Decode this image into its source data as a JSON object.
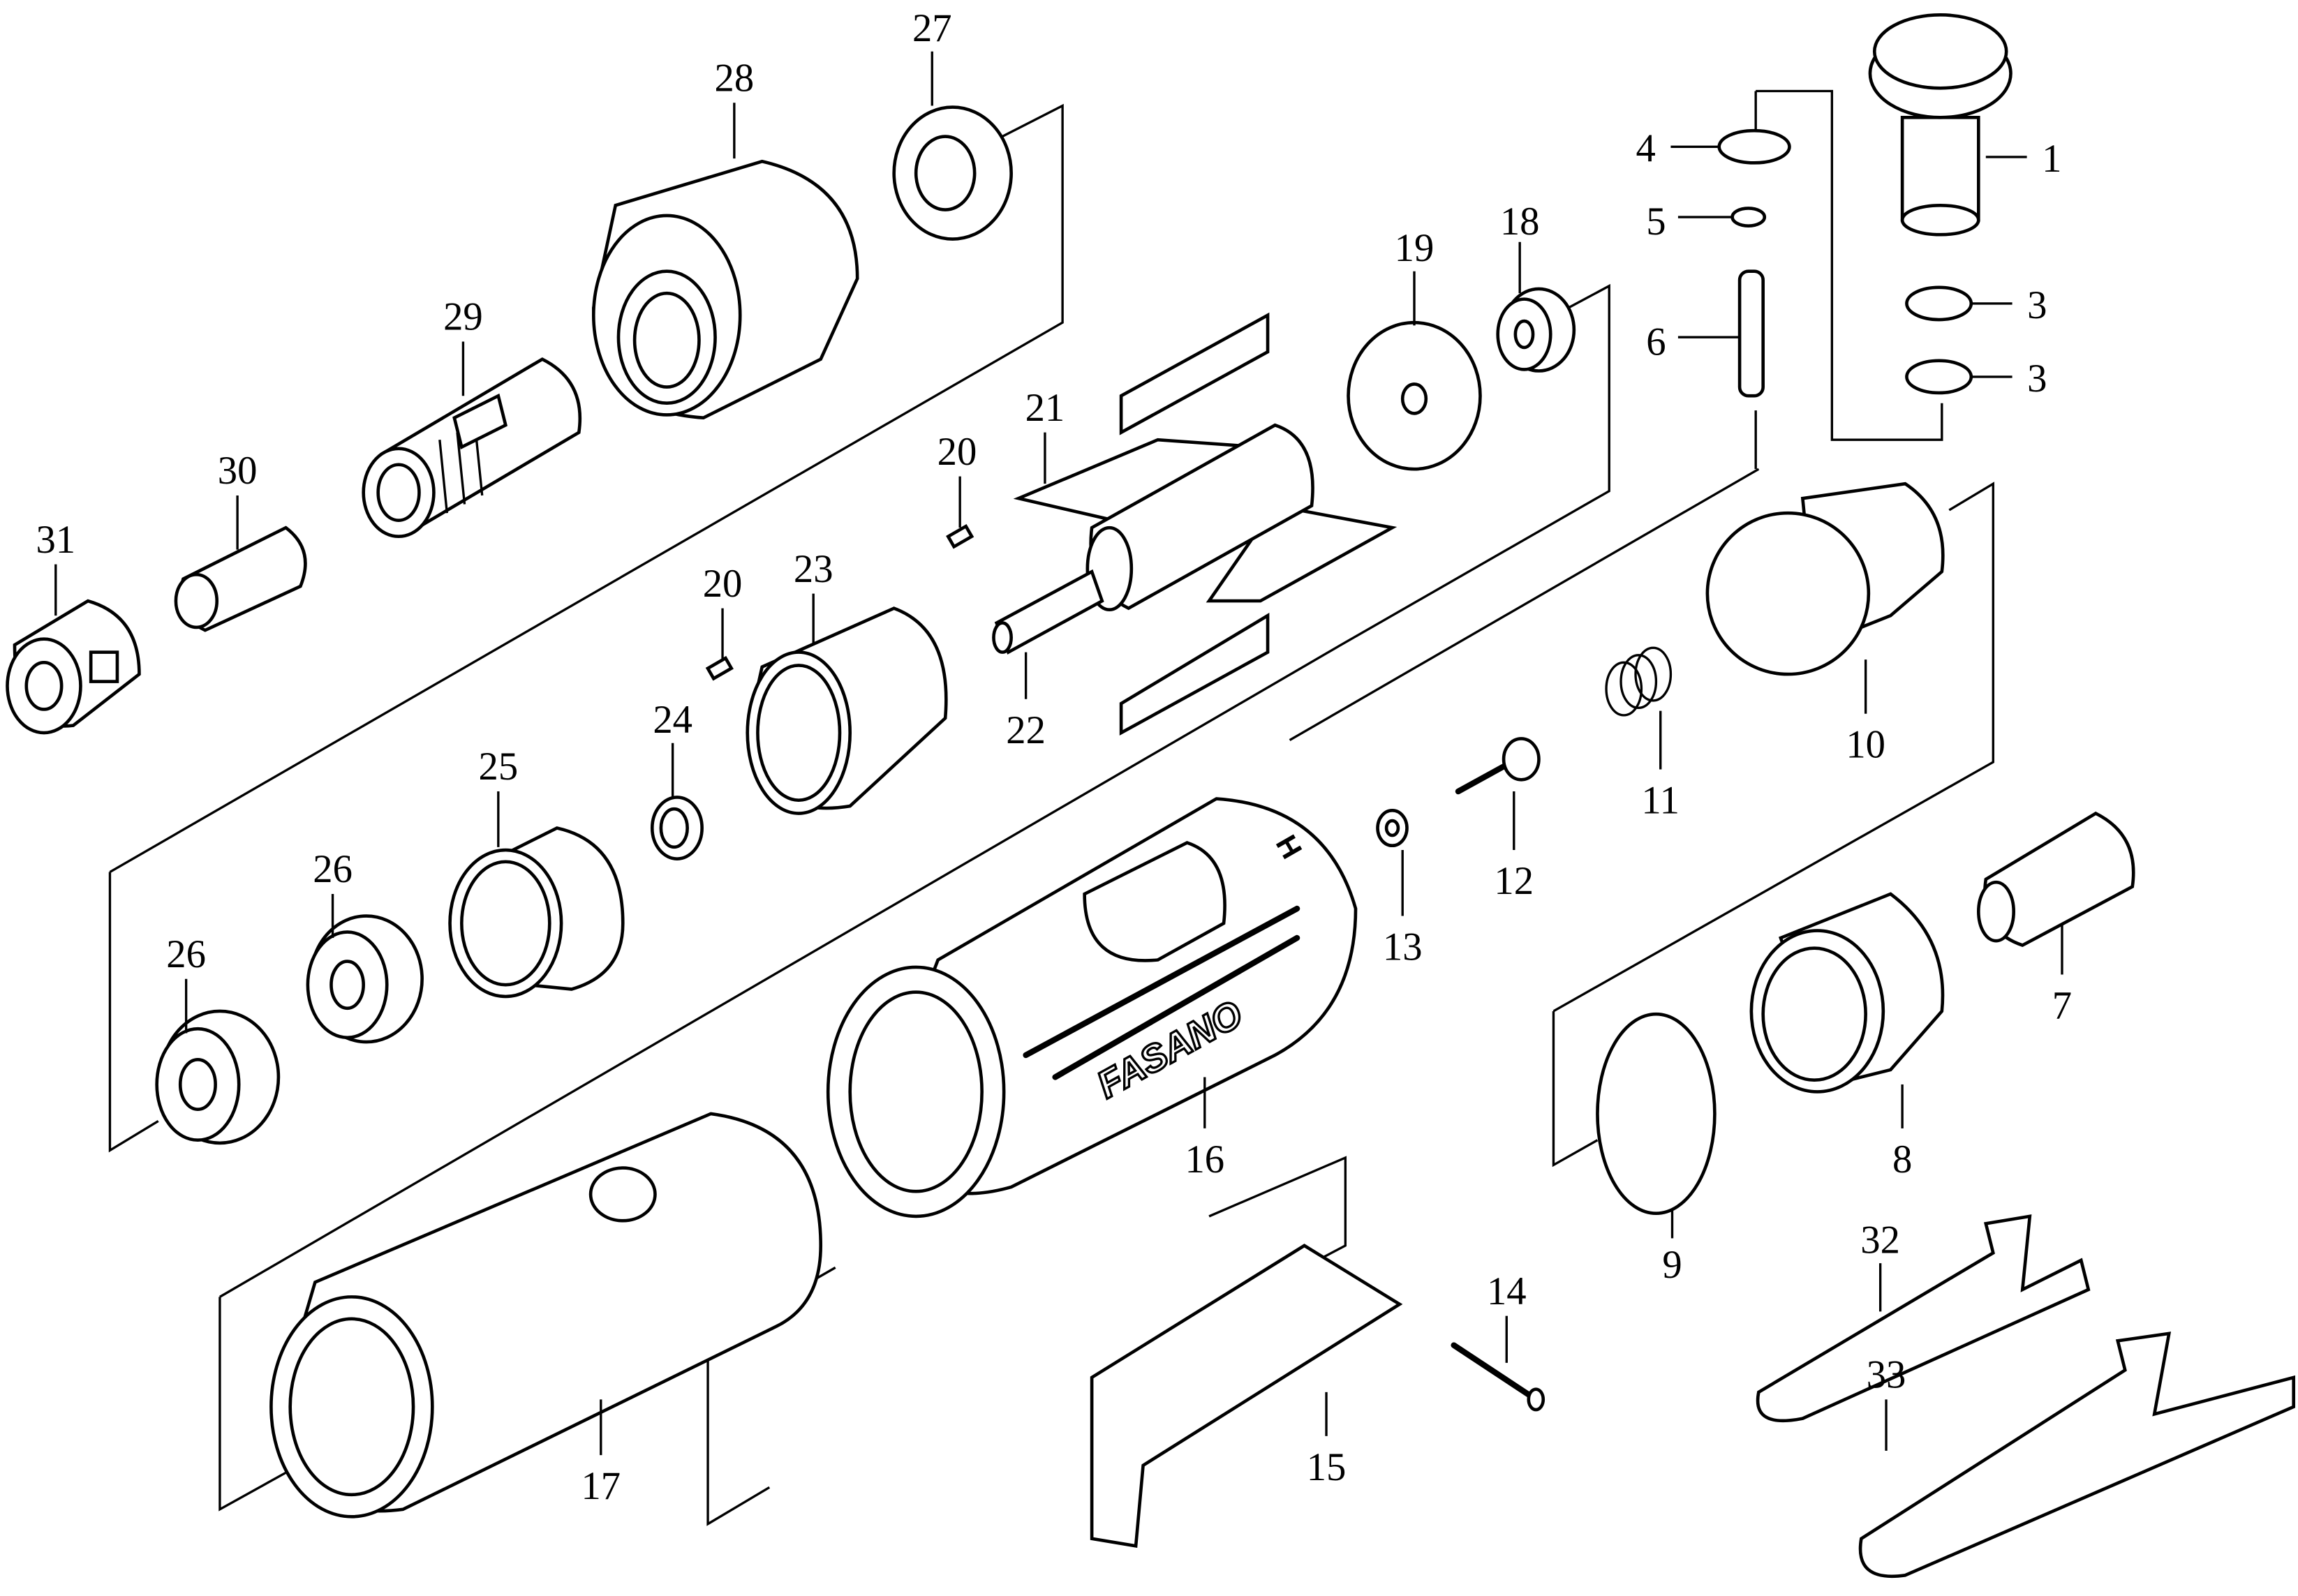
{
  "diagram": {
    "type": "exploded-parts-view",
    "brand_text": "FASANO",
    "speed_mark": "H",
    "labels": [
      "1",
      "3",
      "3",
      "4",
      "5",
      "6",
      "7",
      "8",
      "9",
      "10",
      "11",
      "12",
      "13",
      "14",
      "15",
      "16",
      "17",
      "18",
      "19",
      "20",
      "20",
      "21",
      "22",
      "23",
      "24",
      "25",
      "26",
      "26",
      "27",
      "28",
      "29",
      "30",
      "31",
      "32",
      "33"
    ]
  }
}
